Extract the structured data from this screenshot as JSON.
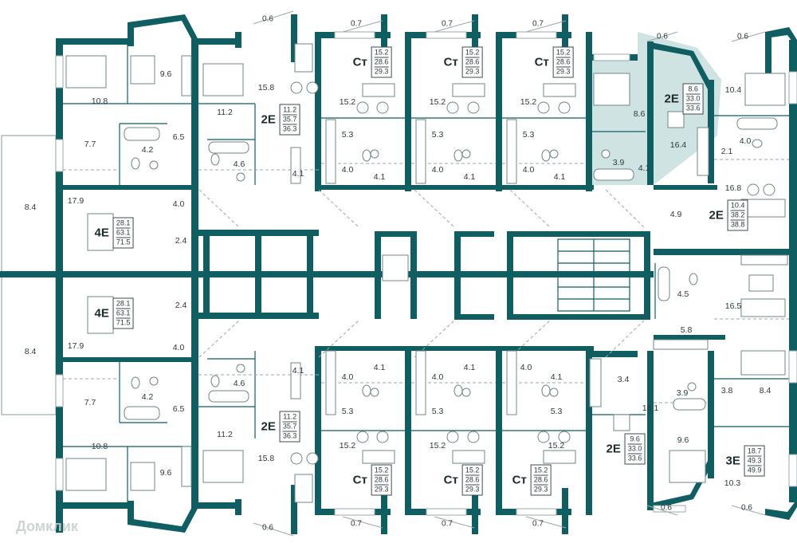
{
  "apartments": [
    {
      "id": "ap-2e-hl",
      "type": "2E",
      "values": [
        "8.6",
        "33.0",
        "33.6"
      ],
      "highlighted": true
    },
    {
      "id": "ap-st-t1",
      "type": "Ст",
      "values": [
        "15.2",
        "28.6",
        "29.3"
      ]
    },
    {
      "id": "ap-st-t2",
      "type": "Ст",
      "values": [
        "15.2",
        "28.6",
        "29.3"
      ]
    },
    {
      "id": "ap-st-t3",
      "type": "Ст",
      "values": [
        "15.2",
        "28.6",
        "29.3"
      ]
    },
    {
      "id": "ap-2e-tl",
      "type": "2E",
      "values": [
        "11.2",
        "35.7",
        "36.3"
      ]
    },
    {
      "id": "ap-4e-t",
      "type": "4E",
      "values": [
        "28.1",
        "63.1",
        "71.5"
      ]
    },
    {
      "id": "ap-4e-b",
      "type": "4E",
      "values": [
        "28.1",
        "63.1",
        "71.5"
      ]
    },
    {
      "id": "ap-2e-bl",
      "type": "2E",
      "values": [
        "11.2",
        "35.7",
        "36.3"
      ]
    },
    {
      "id": "ap-st-b1",
      "type": "Ст",
      "values": [
        "15.2",
        "28.6",
        "29.3"
      ]
    },
    {
      "id": "ap-st-b2",
      "type": "Ст",
      "values": [
        "15.2",
        "28.6",
        "29.3"
      ]
    },
    {
      "id": "ap-st-b3",
      "type": "Ст",
      "values": [
        "15.2",
        "28.6",
        "29.3"
      ]
    },
    {
      "id": "ap-2e-br",
      "type": "2E",
      "values": [
        "9.6",
        "33.0",
        "33.6"
      ]
    },
    {
      "id": "ap-2e-r",
      "type": "2E",
      "values": [
        "10.4",
        "38.2",
        "38.8"
      ]
    },
    {
      "id": "ap-3e",
      "type": "3E",
      "values": [
        "18.7",
        "49.3",
        "49.9"
      ]
    }
  ],
  "room_areas": [
    "9.6",
    "10.8",
    "7.7",
    "4.2",
    "6.5",
    "17.9",
    "8.4",
    "4.0",
    "2.4",
    "2.4",
    "4.0",
    "17.9",
    "8.4",
    "7.7",
    "4.2",
    "6.5",
    "10.8",
    "9.6",
    "11.2",
    "15.8",
    "4.6",
    "4.1",
    "4.6",
    "4.1",
    "11.2",
    "15.8",
    "15.2",
    "5.3",
    "4.0",
    "4.1",
    "15.2",
    "5.3",
    "4.0",
    "4.1",
    "15.2",
    "5.3",
    "4.0",
    "4.1",
    "8.6",
    "3.9",
    "4.1",
    "16.4",
    "10.4",
    "4.0",
    "2.1",
    "16.8",
    "4.9",
    "4.5",
    "16.5",
    "5.8",
    "4.0",
    "4.1",
    "5.3",
    "15.2",
    "4.0",
    "4.1",
    "5.3",
    "15.2",
    "4.0",
    "4.1",
    "5.3",
    "15.2",
    "3.4",
    "16.1",
    "3.9",
    "9.6",
    "3.8",
    "8.4",
    "10.3"
  ],
  "balcony_areas": [
    "0.6",
    "0.7",
    "0.7",
    "0.7",
    "0.6",
    "0.6",
    "0.6",
    "0.7",
    "0.7",
    "0.7",
    "0.6",
    "0.6"
  ],
  "watermark": "Домклик",
  "colors": {
    "wall": "#0e5e62",
    "highlight": "#cfe3e3",
    "text": "#2c3a3c"
  }
}
